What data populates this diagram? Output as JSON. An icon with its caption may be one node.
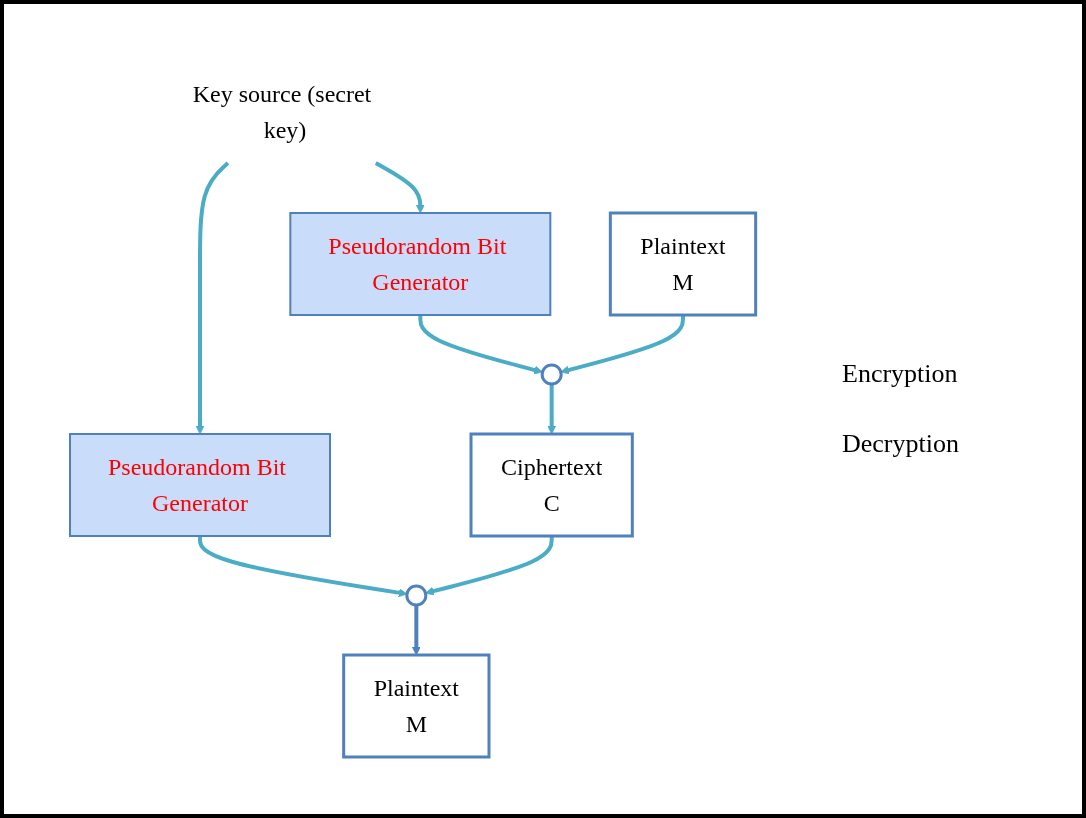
{
  "diagram": {
    "nodes": [
      {
        "text": [
          "Key source (secret key)"
        ]
      },
      {
        "text": [
          "Pseudorandom Bit Generator"
        ]
      },
      {
        "text": [
          "Pseudorandom Bit Generator"
        ]
      },
      {
        "text": [
          "Plaintext",
          "M"
        ]
      },
      {
        "text": [],
        "shape": "circle"
      },
      {
        "text": [
          "Ciphertext",
          "C"
        ]
      },
      {
        "text": [],
        "shape": "circle"
      },
      {
        "text": [
          "Plaintext",
          "M"
        ]
      }
    ],
    "edges": [
      {
        "from": 0,
        "to": 1,
        "arrow": "to"
      },
      {
        "from": 0,
        "to": 2,
        "arrow": "to"
      },
      {
        "from": 1,
        "to": 4,
        "arrow": "to"
      },
      {
        "from": 2,
        "to": 6,
        "arrow": "to"
      },
      {
        "from": 3,
        "to": 4,
        "arrow": "to"
      },
      {
        "from": 4,
        "to": 5,
        "arrow": "to"
      },
      {
        "from": 5,
        "to": 6,
        "arrow": "to"
      },
      {
        "from": 6,
        "to": 7,
        "arrow": "to",
        "color": "#4f81bd"
      }
    ],
    "labels": [
      "Encryption",
      "Decryption"
    ]
  }
}
